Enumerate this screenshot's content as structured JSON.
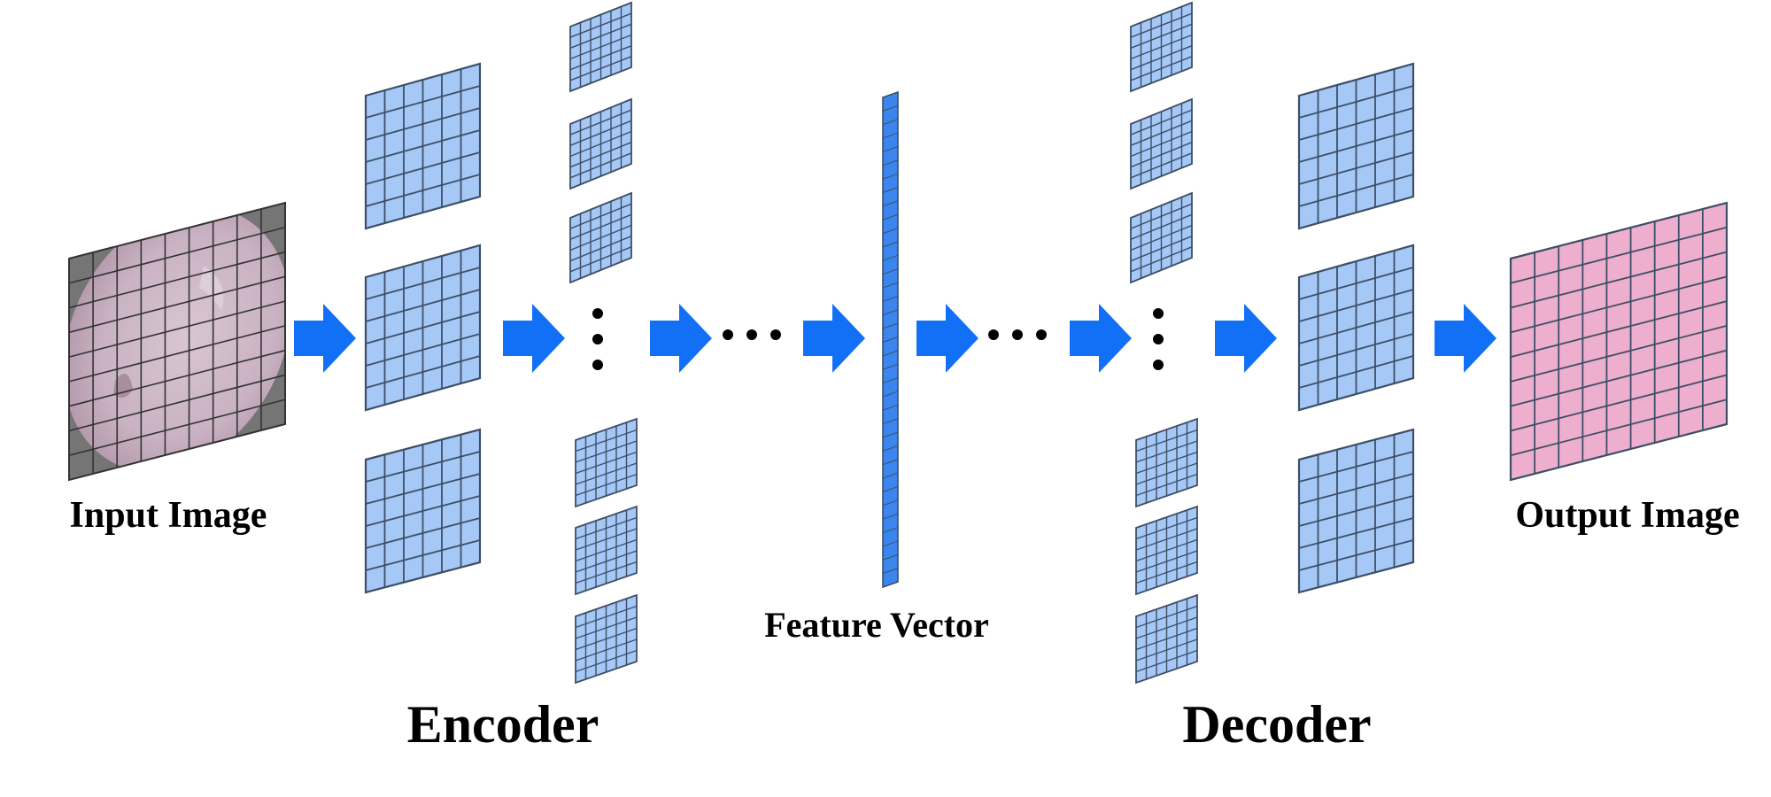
{
  "labels": {
    "input": "Input Image",
    "output": "Output Image",
    "feature": "Feature Vector",
    "encoder": "Encoder",
    "decoder": "Decoder"
  },
  "colors": {
    "background": "#ffffff",
    "grid_fill": "#a6c8f7",
    "grid_line": "#3d4f66",
    "arrow": "#1170f5",
    "vector_fill": "#3b86ee",
    "output_fill": "#eeaecd",
    "input_border": "#757575",
    "input_image": "#c9b2c3",
    "ellipsis": "#000000"
  },
  "icons": {
    "arrow": "flow-arrow-icon",
    "ellipsis_h": "horizontal-ellipsis-icon",
    "ellipsis_v": "vertical-ellipsis-icon"
  }
}
